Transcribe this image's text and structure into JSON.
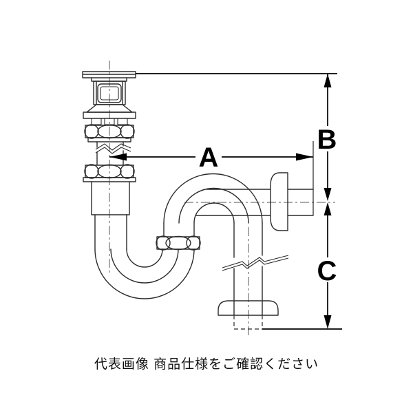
{
  "diagram": {
    "type": "technical-drawing",
    "dimension_labels": {
      "a": "A",
      "b": "B",
      "c": "C"
    }
  },
  "caption": {
    "text": "代表画像 商品仕様をご確認ください"
  },
  "colors": {
    "background": "#ffffff",
    "drawing_line": "#2b2b2b",
    "dimension_line": "#000000",
    "label_text": "#000000"
  }
}
